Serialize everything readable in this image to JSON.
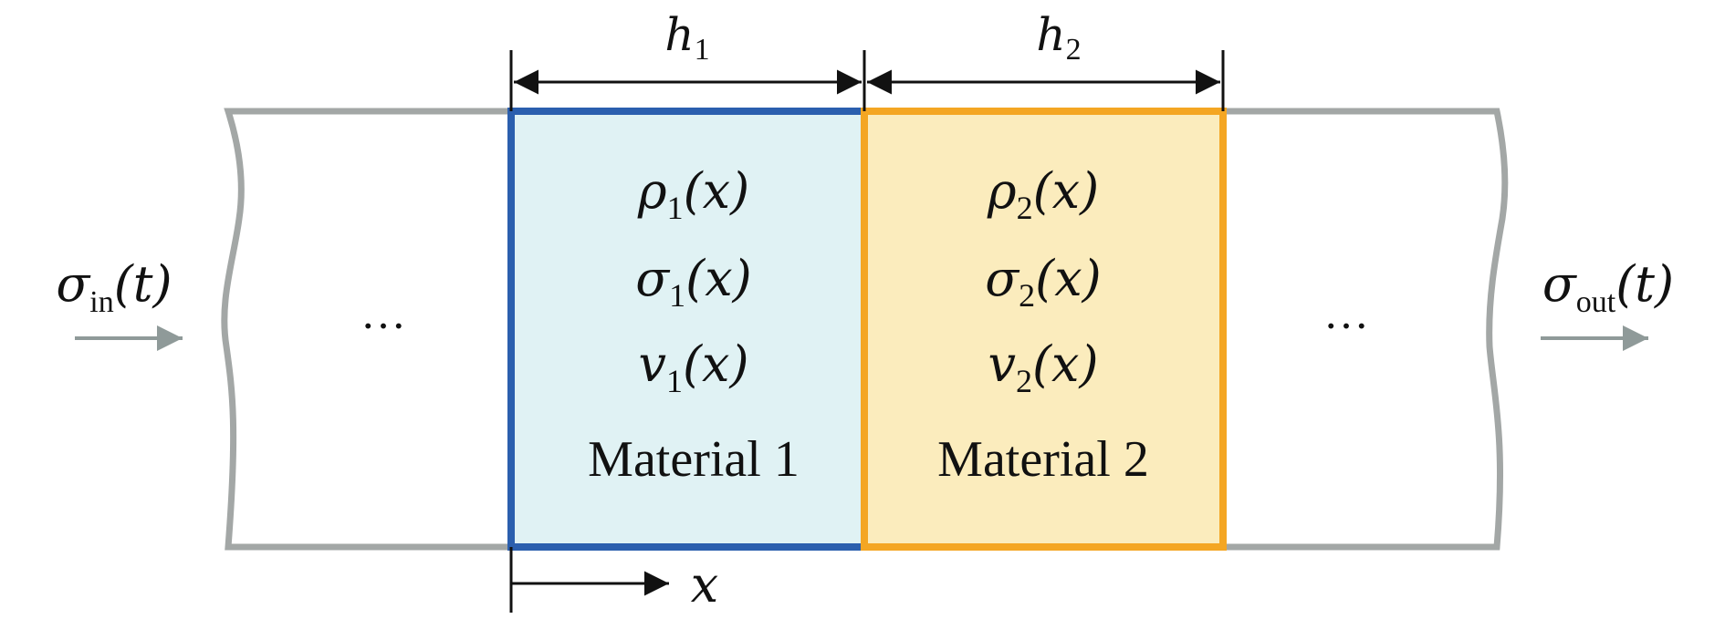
{
  "colors": {
    "material1_fill": "#e0f2f4",
    "material1_border": "#2b5fae",
    "material2_fill": "#fbecbd",
    "material2_border": "#f4a623",
    "bar_outline": "#a3a7a6",
    "arrow_gray": "#8f9a99",
    "ink": "#111111"
  },
  "dimensions": {
    "h1": {
      "base": "h",
      "sub": "1"
    },
    "h2": {
      "base": "h",
      "sub": "2"
    }
  },
  "material1": {
    "rho": {
      "base": "ρ",
      "sub": "1",
      "arg": "(x)"
    },
    "sigma": {
      "base": "σ",
      "sub": "1",
      "arg": "(x)"
    },
    "v": {
      "base": "v",
      "sub": "1",
      "arg": "(x)"
    },
    "label": "Material 1"
  },
  "material2": {
    "rho": {
      "base": "ρ",
      "sub": "2",
      "arg": "(x)"
    },
    "sigma": {
      "base": "σ",
      "sub": "2",
      "arg": "(x)"
    },
    "v": {
      "base": "v",
      "sub": "2",
      "arg": "(x)"
    },
    "label": "Material 2"
  },
  "input_stress": {
    "base": "σ",
    "sub": "in",
    "arg": "(t)"
  },
  "output_stress": {
    "base": "σ",
    "sub": "out",
    "arg": "(t)"
  },
  "left_ellipsis": "…",
  "right_ellipsis": "…",
  "x_axis": {
    "label": "x"
  }
}
